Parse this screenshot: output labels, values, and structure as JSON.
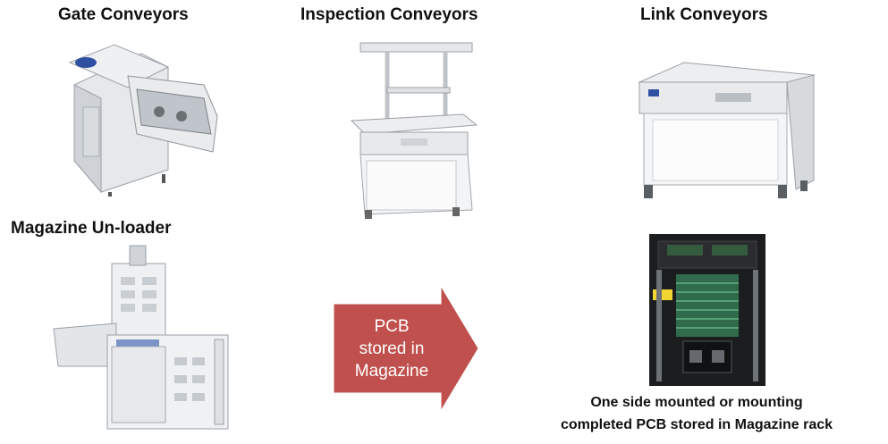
{
  "labels": {
    "gate": "Gate Conveyors",
    "inspection": "Inspection Conveyors",
    "link": "Link Conveyors",
    "magazine_unloader": "Magazine Un-loader"
  },
  "arrow": {
    "line1": "PCB",
    "line2": "stored in",
    "line3": "Magazine",
    "fill": "#c0504d"
  },
  "caption": {
    "line1": "One side mounted or mounting",
    "line2": "completed PCB stored in Magazine rack"
  },
  "icons": [
    "gate-conveyor-image",
    "inspection-conveyor-image",
    "link-conveyor-image",
    "magazine-unloader-image",
    "magazine-rack-image"
  ]
}
